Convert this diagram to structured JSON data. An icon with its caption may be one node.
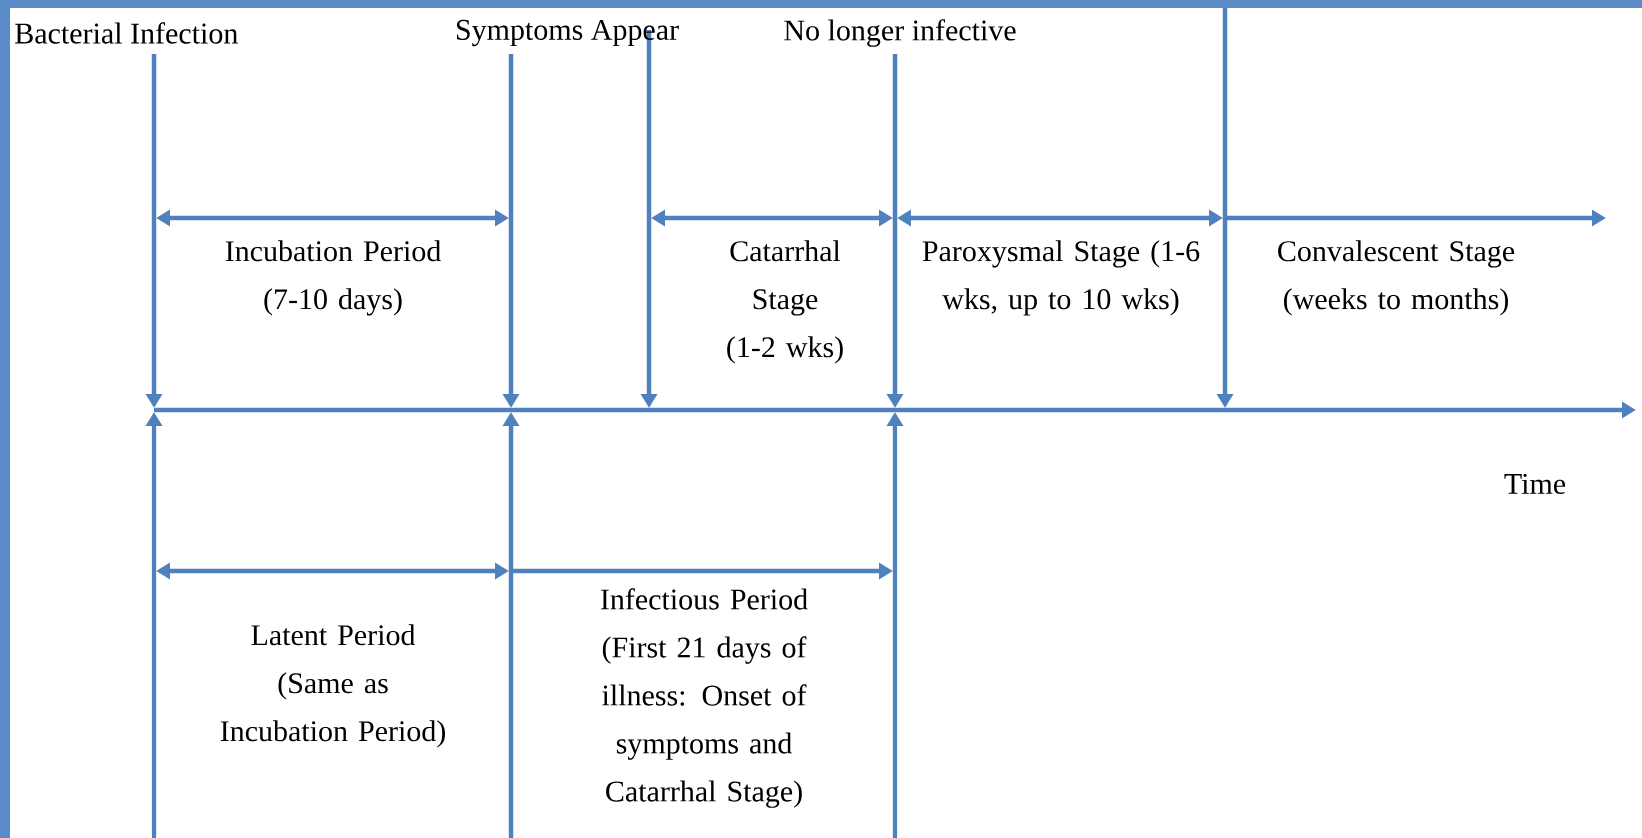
{
  "diagram": {
    "labels": [
      "Bacterial Infection",
      "Symptoms Appear",
      "No longer infective",
      "Incubation Period (7-10 days)",
      "Catarrhal Stage (1-2 wks)",
      "Paroxysmal Stage (1-6 wks, up to 10 wks)",
      "Convalescent Stage (weeks to months)",
      "Time",
      "Latent Period (Same as Incubation Period)",
      "Infectious Period (First 21 days of illness: Onset of symptoms and Catarrhal Stage)"
    ]
  }
}
